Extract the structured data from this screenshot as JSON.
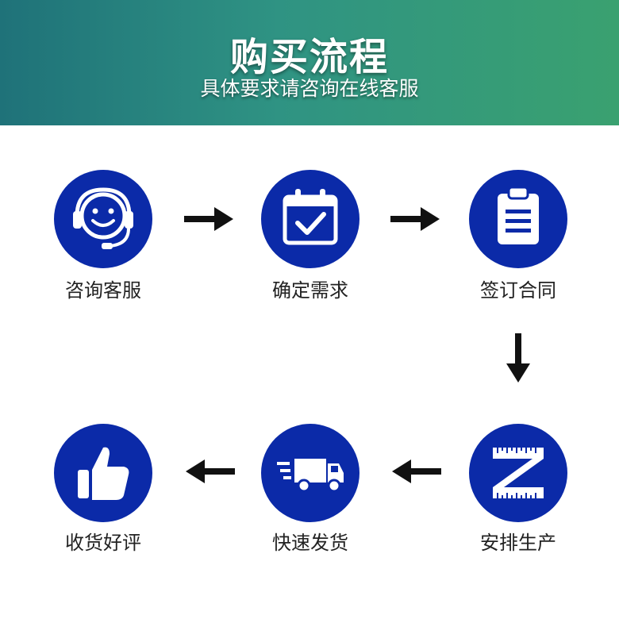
{
  "header": {
    "title": "购买流程",
    "subtitle": "具体要求请咨询在线客服"
  },
  "steps": [
    {
      "label": "咨询客服",
      "icon": "customer-service-icon"
    },
    {
      "label": "确定需求",
      "icon": "calendar-check-icon"
    },
    {
      "label": "签订合同",
      "icon": "clipboard-icon"
    },
    {
      "label": "安排生产",
      "icon": "ruler-z-icon"
    },
    {
      "label": "快速发货",
      "icon": "delivery-truck-icon"
    },
    {
      "label": "收货好评",
      "icon": "thumbs-up-icon"
    }
  ],
  "colors": {
    "accent": "#0b2aa8",
    "header_start": "#1f7279",
    "header_end": "#3aa170"
  }
}
